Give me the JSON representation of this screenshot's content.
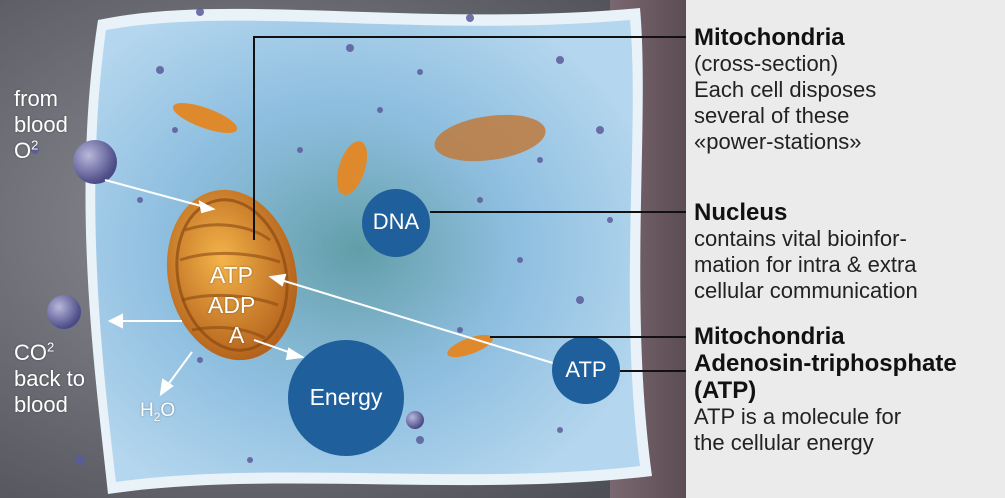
{
  "left_labels": {
    "from_blood_line1": "from",
    "from_blood_line2": "blood",
    "o2_base": "O",
    "o2_sup": "2",
    "co2_base": "CO",
    "co2_sup": "2",
    "co2_line2": "back to",
    "co2_line3": "blood",
    "h2o_h": "H",
    "h2o_sub": "2",
    "h2o_o": "O"
  },
  "mito_labels": {
    "atp": "ATP",
    "adp": "ADP",
    "a": "A"
  },
  "circles": {
    "dna": "DNA",
    "atp": "ATP",
    "energy": "Energy"
  },
  "callouts": {
    "mitochondria": {
      "title": "Mitochondria",
      "lines": [
        "(cross-section)",
        "Each cell disposes",
        "several of these",
        "«power-stations»"
      ]
    },
    "nucleus": {
      "title": "Nucleus",
      "lines": [
        "contains vital bioinfor-",
        "mation for intra & extra",
        "cellular communication"
      ]
    },
    "atp": {
      "title_lines": [
        "Mitochondria",
        "Adenosin-triphosphate",
        "(ATP)"
      ],
      "lines": [
        "ATP is a molecule for",
        "the cellular energy"
      ]
    }
  },
  "colors": {
    "circle_blue": "#1f5f9c",
    "cell_blue": "#9cc6e4",
    "mito_orange": "#e0912e",
    "panel_bg": "#ebebeb"
  }
}
